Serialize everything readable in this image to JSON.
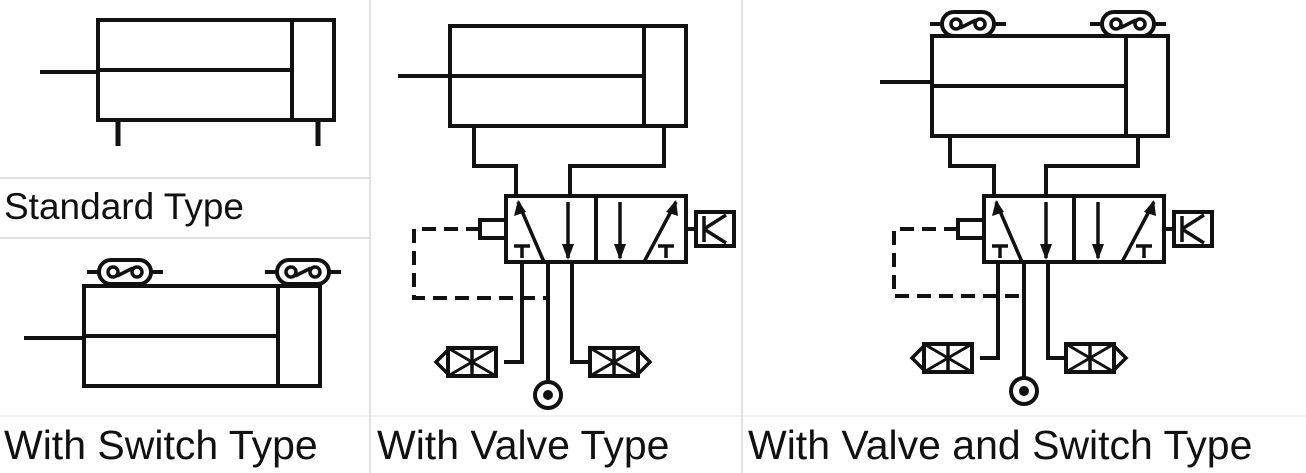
{
  "panels": {
    "standard": {
      "label": "Standard Type"
    },
    "switch": {
      "label": "With Switch Type"
    },
    "valve": {
      "label": "With Valve Type"
    },
    "valve_switch": {
      "label": "With Valve and Switch Type"
    }
  },
  "colors": {
    "ink": "#111111",
    "divider": "#d9d9d9",
    "background": "#ffffff"
  }
}
